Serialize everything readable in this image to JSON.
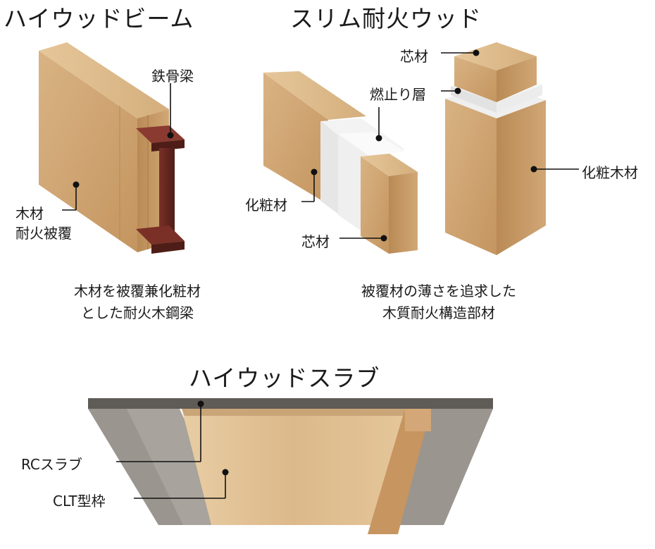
{
  "sections": {
    "hiwood_beam": {
      "title": "ハイウッドビーム",
      "labels": {
        "steel_beam": "鉄骨梁",
        "wood_line1": "木材",
        "wood_line2": "耐火被覆"
      },
      "caption_line1": "木材を被覆兼化粧材",
      "caption_line2": "とした耐火木鋼梁"
    },
    "slim_fireproof_wood": {
      "title": "スリム耐火ウッド",
      "labels": {
        "core_top": "芯材",
        "fire_stop_layer": "燃止り層",
        "decorative_wood_left": "化粧材",
        "decorative_wood_right": "化粧木材",
        "core_bottom": "芯材"
      },
      "caption_line1": "被覆材の薄さを追求した",
      "caption_line2": "木質耐火構造部材"
    },
    "hiwood_slab": {
      "title": "ハイウッドスラブ",
      "labels": {
        "rc_slab": "RCスラブ",
        "clt_formwork": "CLT型枠"
      }
    }
  },
  "colors": {
    "wood_light": "#d6b07e",
    "wood_mid": "#c89b66",
    "wood_dark": "#a87a48",
    "steel": "#6b2a22",
    "fire_layer": "#eeeeee",
    "concrete": "#9a958f",
    "concrete_dark": "#5f5b57",
    "clt": "#e3c59a"
  }
}
